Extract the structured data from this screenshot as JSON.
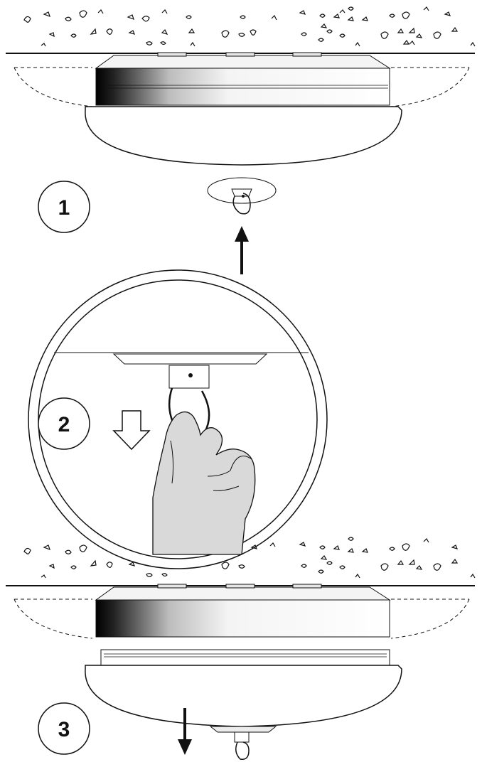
{
  "steps": [
    {
      "number": "1"
    },
    {
      "number": "2"
    },
    {
      "number": "3"
    }
  ],
  "colors": {
    "line": "#111111",
    "hand_fill": "#d9d9d9",
    "glass_edge": "#e8e8e8"
  }
}
